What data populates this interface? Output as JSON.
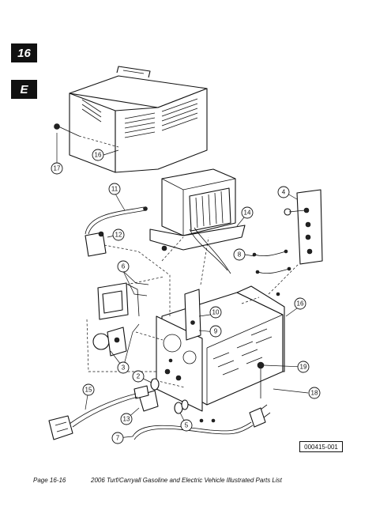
{
  "section": {
    "number": "16",
    "letter": "E"
  },
  "figure": {
    "id": "000415-001",
    "callouts": [
      "2",
      "3",
      "3",
      "4",
      "5",
      "6",
      "6",
      "7",
      "8",
      "9",
      "10",
      "11",
      "12",
      "13",
      "14",
      "15",
      "16",
      "16",
      "17",
      "18",
      "19"
    ]
  },
  "footer": {
    "page": "Page 16-16",
    "title": "2006 Turf/Carryall Gasoline and Electric Vehicle Illustrated Parts List"
  }
}
